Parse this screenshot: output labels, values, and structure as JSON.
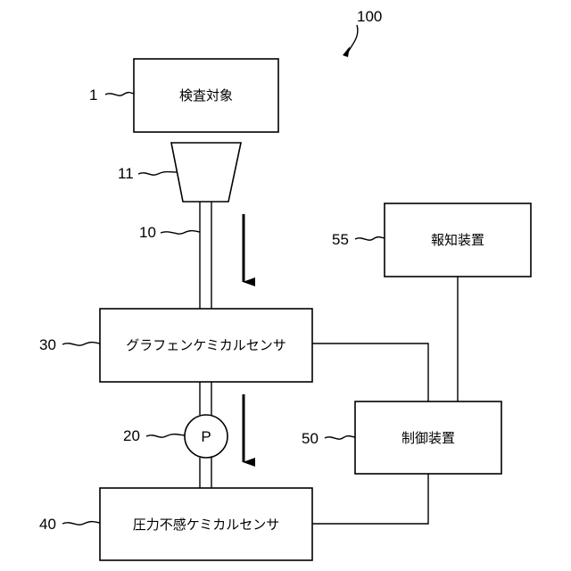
{
  "figure_ref": "100",
  "blocks": {
    "inspection_target": {
      "ref": "1",
      "label": "検査対象"
    },
    "funnel": {
      "ref": "11"
    },
    "flow_pipe": {
      "ref": "10"
    },
    "graphene_sensor": {
      "ref": "30",
      "label": "グラフェンケミカルセンサ"
    },
    "pump": {
      "ref": "20",
      "label": "P"
    },
    "pressure_sensor": {
      "ref": "40",
      "label": "圧力不感ケミカルセンサ"
    },
    "controller": {
      "ref": "50",
      "label": "制御装置"
    },
    "notifier": {
      "ref": "55",
      "label": "報知装置"
    }
  }
}
